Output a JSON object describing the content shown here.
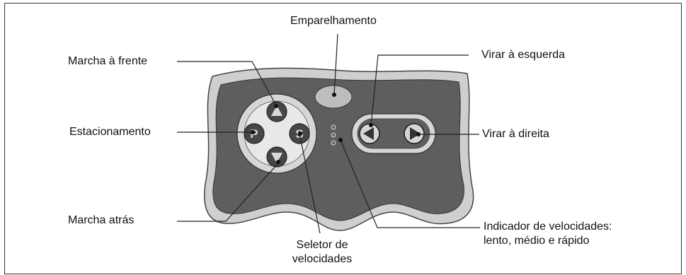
{
  "labels": {
    "pairing": "Emparelhamento",
    "forward": "Marcha à frente",
    "parking": "Estacionamento",
    "reverse": "Marcha atrás",
    "turn_left": "Virar à esquerda",
    "turn_right": "Virar à direita",
    "speed_selector_line1": "Seletor de",
    "speed_selector_line2": "velocidades",
    "speed_indicator_line1": "Indicador de velocidades:",
    "speed_indicator_line2": "lento, médio e rápido"
  },
  "icons": {
    "forward": "triangle-up-icon",
    "reverse": "triangle-down-icon",
    "parking": "letter-p-icon",
    "speed": "letter-s-icon",
    "left": "triangle-left-icon",
    "right": "triangle-right-icon"
  },
  "colors": {
    "outer_shell": "#c9c9c9",
    "inner_panel": "#5f5f5f",
    "button_face": "#4a4a4a",
    "dpad_ring": "#d8d8d8",
    "leader_line": "#222222"
  }
}
